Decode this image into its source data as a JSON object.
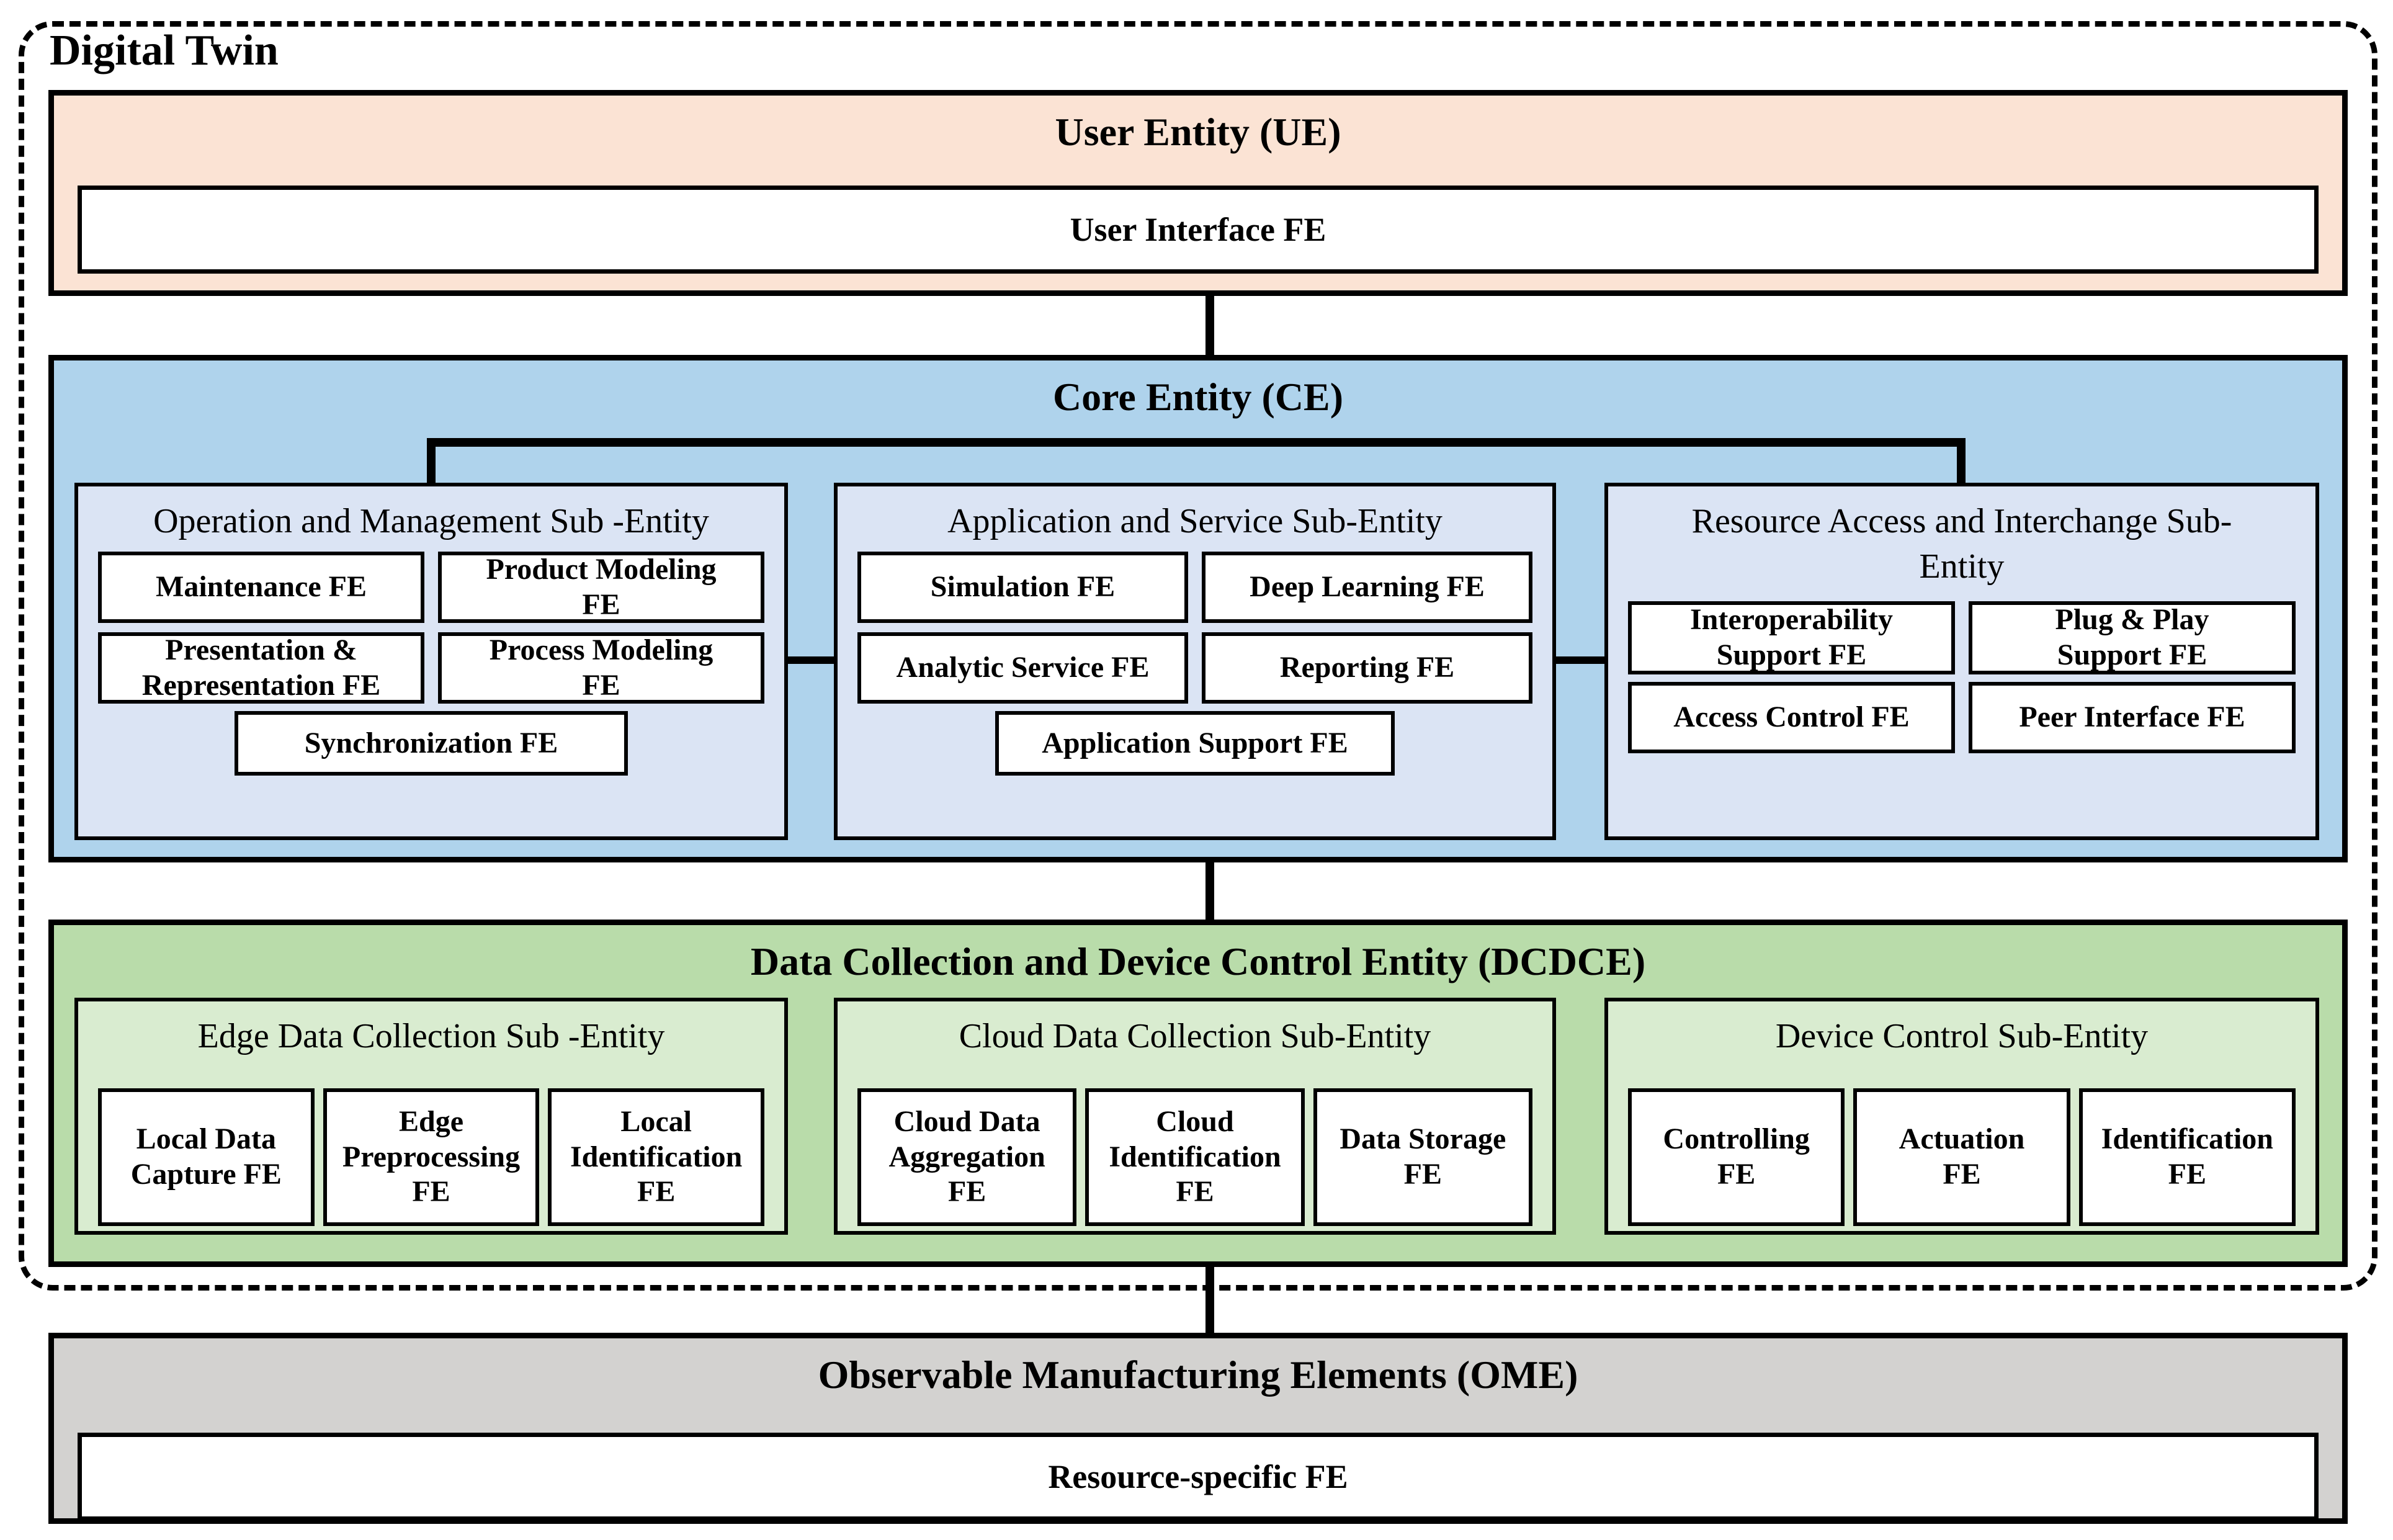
{
  "container": {
    "label": "Digital Twin"
  },
  "ue": {
    "title": "User Entity (UE)",
    "fe": "User Interface FE"
  },
  "ce": {
    "title": "Core Entity (CE)",
    "subs": [
      {
        "title": "Operation and Management Sub -Entity",
        "fes": [
          "Maintenance FE",
          "Product Modeling\nFE",
          "Presentation &\nRepresentation FE",
          "Process Modeling\nFE",
          "Synchronization FE"
        ]
      },
      {
        "title": "Application and Service Sub-Entity",
        "fes": [
          "Simulation FE",
          "Deep Learning FE",
          "Analytic Service FE",
          "Reporting FE",
          "Application Support FE"
        ]
      },
      {
        "title": "Resource Access and Interchange Sub-\nEntity",
        "fes": [
          "Interoperability\nSupport FE",
          "Plug & Play\nSupport FE",
          "Access Control FE",
          "Peer Interface FE"
        ]
      }
    ]
  },
  "dcdce": {
    "title": "Data Collection and Device Control Entity (DCDCE)",
    "subs": [
      {
        "title": "Edge Data Collection Sub -Entity",
        "fes": [
          "Local Data\nCapture FE",
          "Edge\nPreprocessing\nFE",
          "Local\nIdentification\nFE"
        ]
      },
      {
        "title": "Cloud Data Collection Sub-Entity",
        "fes": [
          "Cloud Data\nAggregation\nFE",
          "Cloud\nIdentification\nFE",
          "Data Storage\nFE"
        ]
      },
      {
        "title": "Device Control Sub-Entity",
        "fes": [
          "Controlling\nFE",
          "Actuation\nFE",
          "Identification\nFE"
        ]
      }
    ]
  },
  "ome": {
    "title": "Observable Manufacturing Elements (OME)",
    "fe": "Resource-specific FE"
  },
  "colors": {
    "ue_fill": "#fbe3d4",
    "ce_fill": "#afd3ec",
    "ce_sub_fill": "#dbe4f4",
    "dcdce_fill": "#b9dcaa",
    "dcdce_sub_fill": "#d9ecd0",
    "ome_fill": "#d3d2d0",
    "box_fill": "#ffffff",
    "line": "#000000"
  }
}
